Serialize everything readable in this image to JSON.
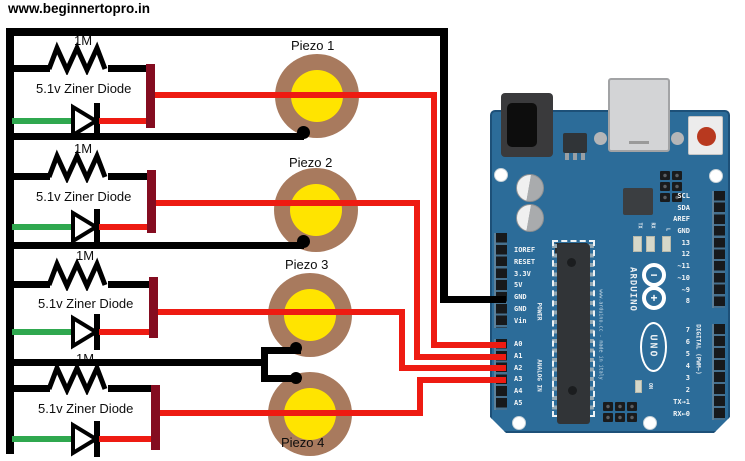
{
  "watermark": "www.beginnertopro.in",
  "circuit": {
    "groups": [
      {
        "resistor": "1M",
        "diode": "5.1v Ziner Diode"
      },
      {
        "resistor": "1M",
        "diode": "5.1v Ziner Diode"
      },
      {
        "resistor": "1M",
        "diode": "5.1v Ziner Diode"
      },
      {
        "resistor": "1M",
        "diode": "5.1v Ziner Diode"
      }
    ],
    "piezos": [
      "Piezo 1",
      "Piezo 2",
      "Piezo 3",
      "Piezo 4"
    ]
  },
  "arduino": {
    "power_pins": [
      "IOREF",
      "RESET",
      "3.3V",
      "5V",
      "GND",
      "GND",
      "Vin"
    ],
    "analog_pins": [
      "A0",
      "A1",
      "A2",
      "A3",
      "A4",
      "A5"
    ],
    "digital_top": [
      "SCL",
      "SDA",
      "AREF",
      "GND",
      "13",
      "12",
      "~11",
      "~10",
      "~9",
      "8"
    ],
    "digital_bottom": [
      "7",
      "6",
      "5",
      "4",
      "3",
      "2",
      "TX→1",
      "RX←0"
    ],
    "group_labels": {
      "power": "POWER",
      "analog": "ANALOG IN",
      "digital": "DIGITAL (PWM~)"
    },
    "brand": {
      "name": "ARDUINO",
      "model": "UNO",
      "origin": "www.arduino.cc - made in italy",
      "on": "ON",
      "logo_minus": "−",
      "logo_plus": "+"
    },
    "led_labels": [
      "TX",
      "RX",
      "L"
    ]
  },
  "colors": {
    "wire_black": "#000000",
    "wire_red": "#ee1b12",
    "wire_green": "#2fa84f",
    "terminal": "#840c20",
    "piezo_ring": "#a87a5e",
    "piezo_yellow": "#ffe400",
    "board": "#2c6c99",
    "board_edge": "#1d5078",
    "socket": "#17191b",
    "pin_text": "#f2f5f7",
    "reset_red": "#b8391f"
  }
}
